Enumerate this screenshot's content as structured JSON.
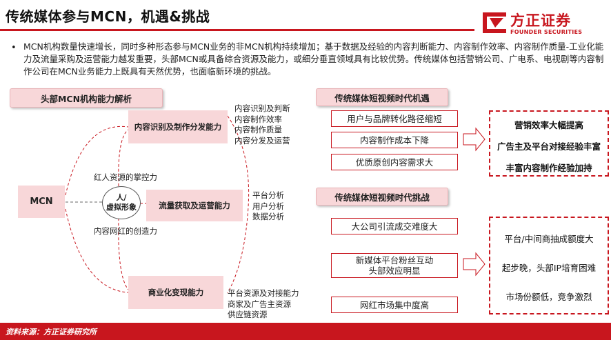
{
  "header": {
    "title": "传统媒体参与MCN，机遇&挑战",
    "logo_cn": "方正证券",
    "logo_en": "FOUNDER SECURITIES"
  },
  "intro": {
    "bullet": "•",
    "text": "MCN机构数量快速增长，同时多种形态参与MCN业务的非MCN机构持续增加；基于数据及经验的内容判断能力、内容制作效率、内容制作质量-工业化能力及流量采购及运营能力越发重要，头部MCN或具备综合资源及能力，或细分垂直领域具有比较优势。传统媒体包括营销公司、广电系、电视剧等内容制作公司在MCN业务能力上既具有天然优势，也面临新环境的挑战。"
  },
  "left": {
    "heading": "头部MCN机构能力解析",
    "center": "MCN",
    "circle_line1": "人/",
    "circle_line2": "虚拟形象",
    "upper_label": "红人资源的掌控力",
    "lower_label": "内容网红的创造力",
    "capabilities": [
      {
        "name": "内容识别及制作分发能力",
        "details": [
          "内容识别及判断",
          "内容制作效率",
          "内容制作质量",
          "内容分发及运营"
        ]
      },
      {
        "name": "流量获取及运营能力",
        "details": [
          "平台分析",
          "用户分析",
          "数据分析"
        ]
      },
      {
        "name": "商业化变现能力",
        "details": [
          "平台资源及对接能力",
          "商家及广告主资源",
          "供应链资源"
        ]
      }
    ]
  },
  "right": {
    "opportunities": {
      "heading": "传统媒体短视频时代机遇",
      "items": [
        "用户与品牌转化路径缩短",
        "内容制作成本下降",
        "优质原创内容需求大"
      ],
      "results": [
        "营销效率大幅提高",
        "广告主及平台对接经验丰富",
        "丰富内容制作经验加持"
      ]
    },
    "challenges": {
      "heading": "传统媒体短视频时代挑战",
      "items": [
        "大公司引流成交难度大",
        "新媒体平台粉丝互动",
        "头部效应明显",
        "网红市场集中度高"
      ],
      "results": [
        "平台/中间商抽成额度大",
        "起步晚，头部IP培育困难",
        "市场份额低，竞争激烈"
      ]
    }
  },
  "footer": {
    "source": "资料来源：方正证券研究所"
  },
  "colors": {
    "brand_red": "#c8161e",
    "pink_fill": "#f8d7d9"
  }
}
